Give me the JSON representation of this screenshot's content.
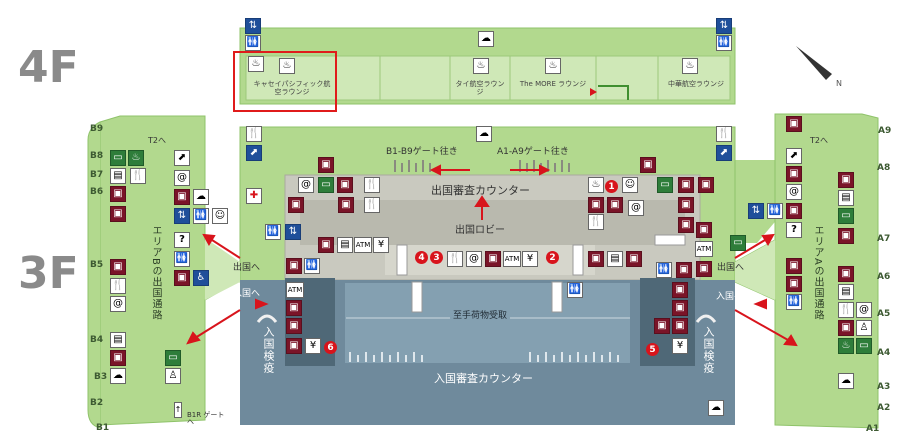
{
  "floors": {
    "upper": "4F",
    "lower": "3F"
  },
  "lounges": [
    {
      "name": "キャセイパシフィック航空ラウンジ",
      "highlighted": true
    },
    {
      "name": "タイ航空ラウンジ",
      "highlighted": false
    },
    {
      "name": "The MORE ラウンジ",
      "highlighted": false
    },
    {
      "name": "中華航空ラウンジ",
      "highlighted": false
    }
  ],
  "labels": {
    "b_gates_direction": "B1-B9ゲート往き",
    "a_gates_direction": "A1-A9ゲート往き",
    "departure_immigration": "出国審査カウンター",
    "departure_lobby": "出国ロビー",
    "baggage_claim": "至手荷物受取",
    "arrival_immigration": "入国審査カウンター",
    "area_b_passage": "エリアBの出国通路",
    "area_a_passage": "エリアAの出国通路",
    "to_departure_left": "出国へ",
    "to_departure_right": "出国へ",
    "to_arrival_left": "入国へ",
    "to_arrival_right": "入国へ",
    "quarantine_left": "入国検疫",
    "quarantine_right": "入国検疫",
    "to_t2_left": "T2へ",
    "to_t2_right": "T2へ",
    "b1r_gate": "B1R ゲートへ"
  },
  "gates_b": [
    "B9",
    "B8",
    "B7",
    "B6",
    "B5",
    "B4",
    "B3",
    "B2",
    "B1"
  ],
  "gates_a": [
    "A9",
    "A8",
    "A7",
    "A6",
    "A5",
    "A4",
    "A3",
    "A2",
    "A1"
  ],
  "markers": [
    "1",
    "2",
    "3",
    "4",
    "5",
    "6"
  ],
  "atm_label": "ATM",
  "icons": [
    "elevator-icon",
    "toilet-icon",
    "lounge-icon",
    "shop-icon",
    "restaurant-icon",
    "internet-icon",
    "atm-icon",
    "currency-exchange-icon",
    "medical-icon",
    "baby-room-icon",
    "smoking-room-icon",
    "escalator-icon",
    "information-icon",
    "wheelchair-toilet-icon",
    "prayer-room-icon",
    "nursing-icon"
  ],
  "colors": {
    "airside": "#b2d98e",
    "airside_dark": "#8fc36a",
    "lounge_area": "#cfe8b7",
    "immigration_area": "#6f8a9c",
    "lobby": "#c9c9bf",
    "facility_box": "#7a1428",
    "marker": "#d8141c",
    "highlight": "#e01b1b",
    "floor_label": "#8a8a8a"
  }
}
